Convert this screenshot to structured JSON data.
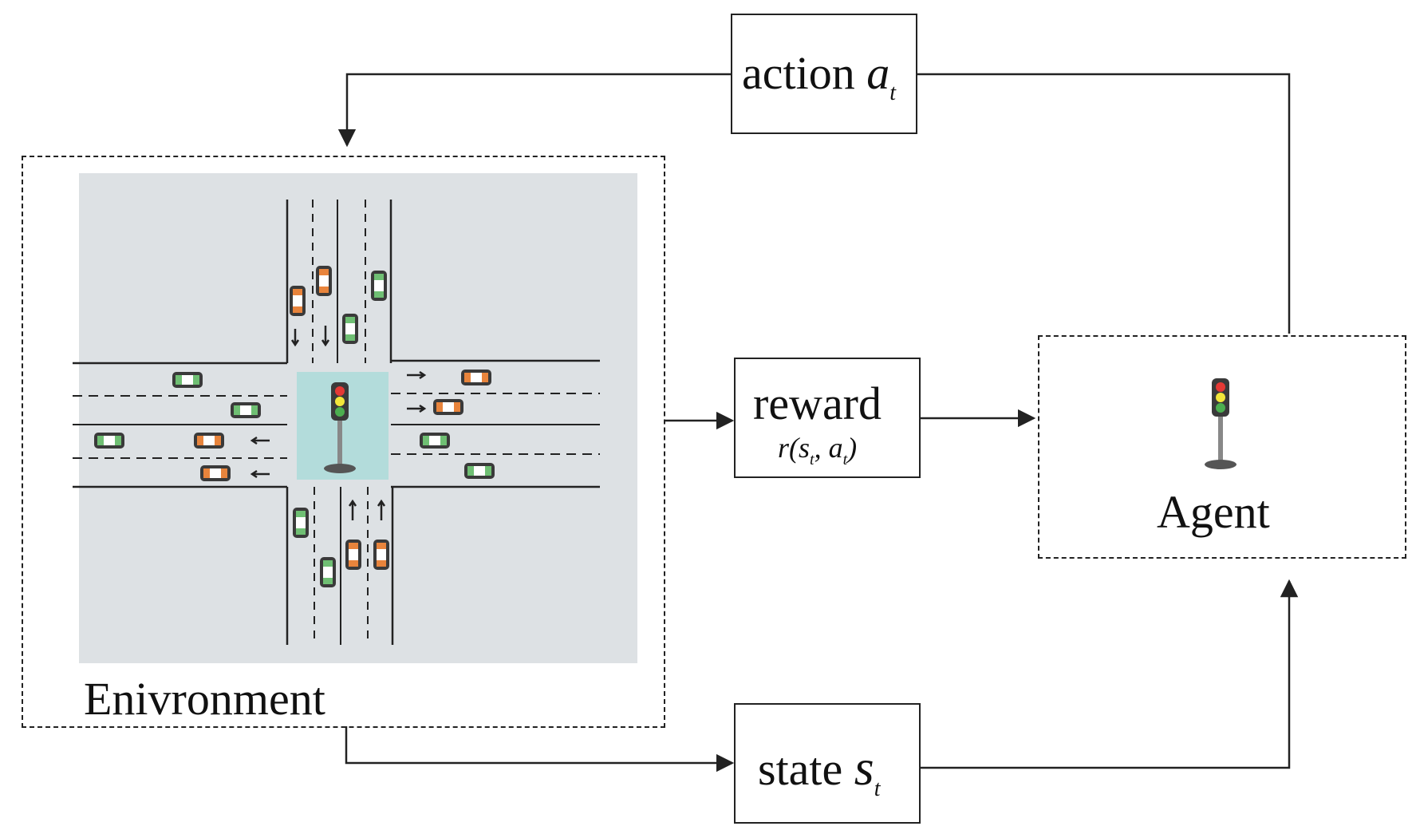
{
  "nodes": {
    "action": {
      "word": "action",
      "var": "a",
      "sub": "t"
    },
    "reward": {
      "word": "reward",
      "fn": "r",
      "s": "s",
      "s_sub": "t",
      "a": "a",
      "a_sub": "t"
    },
    "state": {
      "word": "state",
      "var": "s",
      "sub": "t"
    },
    "agent": {
      "label": "Agent"
    },
    "environment": {
      "label": "Enivronment"
    }
  },
  "colors": {
    "road_bg": "#dde1e4",
    "light_zone": "#b3dcdb",
    "red_light": "#e53935",
    "yellow_light": "#f2e63a",
    "green_light": "#4caf50",
    "car_orange": "#e8843c",
    "car_green": "#6fbf73"
  },
  "icons": [
    "traffic-light-icon",
    "car-icon",
    "lane-arrow-icon"
  ]
}
